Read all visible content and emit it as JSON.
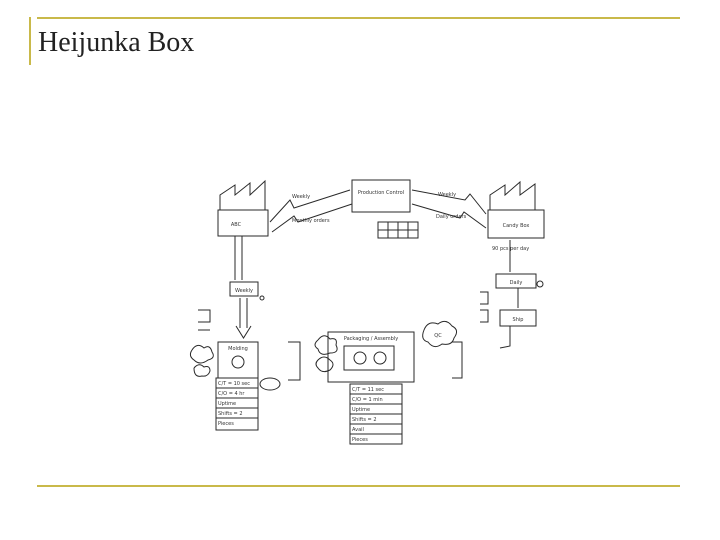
{
  "slide": {
    "title": "Heijunka Box"
  },
  "diagram": {
    "production_control": "Production Control",
    "supplier": "ABC",
    "customer": "Candy Box",
    "weekly_left": "Weekly",
    "monthly_left": "Monthly orders",
    "weekly_right": "Weekly",
    "daily_orders": "Daily orders",
    "shipment": "Weekly",
    "customer_demand": "90 pcs per day",
    "daily_truck": "Daily",
    "shipping": "Ship",
    "process_1": "Molding",
    "process_2": "Packaging / Assembly",
    "qc": "QC",
    "table1": [
      "C/T = 10 sec",
      "C/O = 4 hr",
      "Uptime",
      "Shifts = 2",
      "Pieces"
    ],
    "table2": [
      "C/T = 11 sec",
      "C/O = 1 min",
      "Uptime",
      "Shifts = 2",
      "Avail",
      "Pieces"
    ],
    "ink_color": "#2a2a2a",
    "accent_color": "#c9b94a"
  }
}
